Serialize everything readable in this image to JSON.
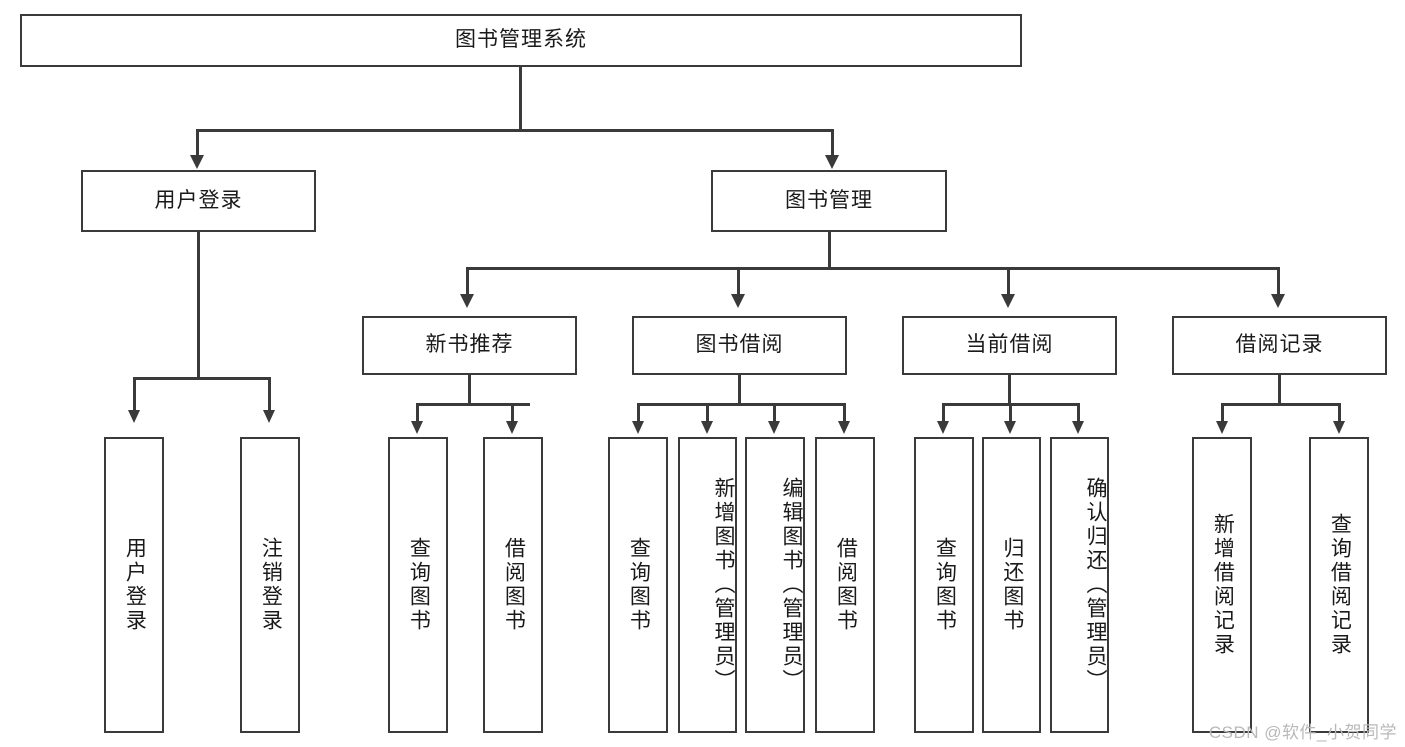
{
  "diagram": {
    "title": "图书管理系统",
    "watermark": "CSDN @软件_小贺同学",
    "root": {
      "label": "图书管理系统"
    },
    "tier2": [
      {
        "key": "user-login",
        "label": "用户登录"
      },
      {
        "key": "book-manage",
        "label": "图书管理"
      }
    ],
    "tier3": [
      {
        "key": "new-book-recommend",
        "label": "新书推荐"
      },
      {
        "key": "book-borrow",
        "label": "图书借阅"
      },
      {
        "key": "current-borrow",
        "label": "当前借阅"
      },
      {
        "key": "borrow-record",
        "label": "借阅记录"
      }
    ],
    "leaves": {
      "user_login": [
        {
          "key": "user-login-leaf",
          "label": "用户登录"
        },
        {
          "key": "user-logout-leaf",
          "label": "注销登录"
        }
      ],
      "new_book_recommend": [
        {
          "key": "query-book-1",
          "label": "查询图书"
        },
        {
          "key": "borrow-book-1",
          "label": "借阅图书"
        }
      ],
      "book_borrow": [
        {
          "key": "query-book-2",
          "label": "查询图书"
        },
        {
          "key": "add-book",
          "label": "新增图书（管理员）"
        },
        {
          "key": "edit-book",
          "label": "编辑图书（管理员）"
        },
        {
          "key": "borrow-book-2",
          "label": "借阅图书"
        }
      ],
      "current_borrow": [
        {
          "key": "query-book-3",
          "label": "查询图书"
        },
        {
          "key": "return-book",
          "label": "归还图书"
        },
        {
          "key": "confirm-return",
          "label": "确认归还（管理员）"
        }
      ],
      "borrow_record": [
        {
          "key": "add-borrow-record",
          "label": "新增借阅记录"
        },
        {
          "key": "query-borrow-record",
          "label": "查询借阅记录"
        }
      ]
    },
    "colors": {
      "stroke": "#3a3a3a",
      "background": "#ffffff",
      "text": "#1a1a1a",
      "watermark": "#b9b9b9"
    }
  }
}
